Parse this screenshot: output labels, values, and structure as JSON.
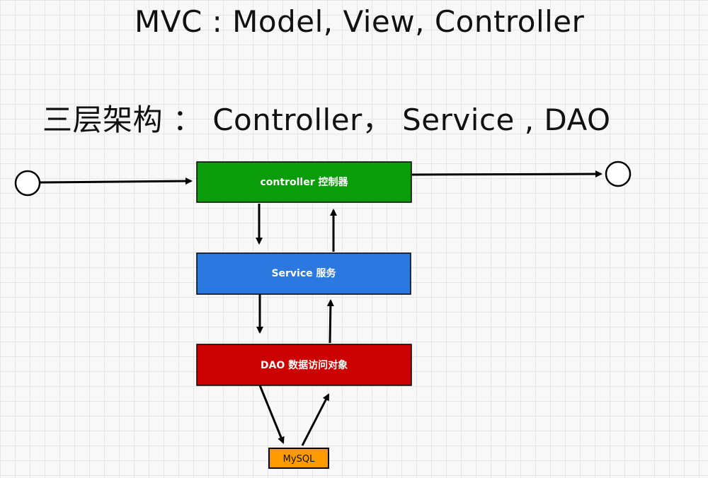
{
  "title": "MVC : Model, View, Controller",
  "subtitle": "三层架构 ： Controller， Service , DAO",
  "layers": {
    "controller": {
      "label": "controller 控制器",
      "color": "#0a9c0a"
    },
    "service": {
      "label": "Service 服务",
      "color": "#2a78e0"
    },
    "dao": {
      "label": "DAO 数据访问对象",
      "color": "#cc0000"
    }
  },
  "database": {
    "label": "MySQL",
    "color": "#ff9900"
  }
}
